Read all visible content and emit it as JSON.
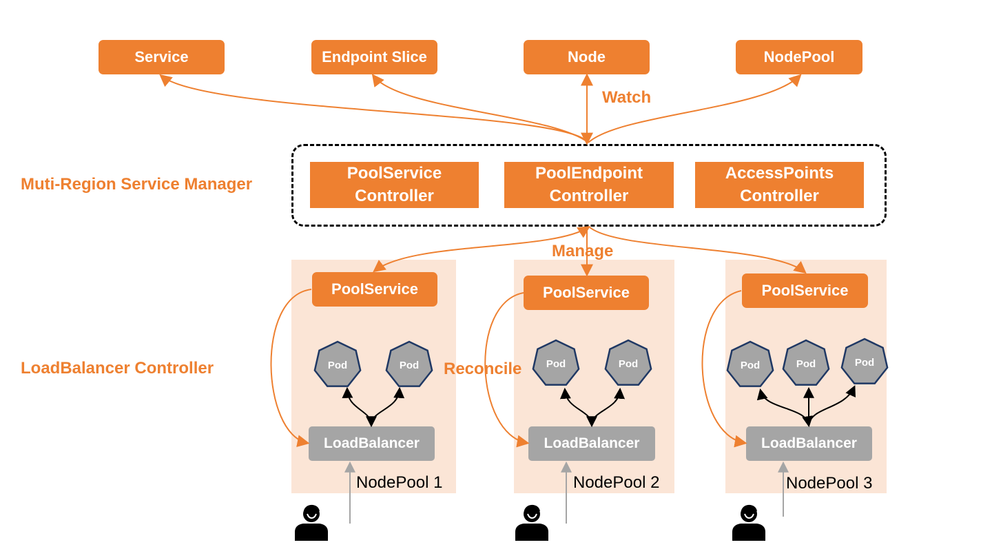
{
  "watched_resources": [
    "Service",
    "Endpoint Slice",
    "Node",
    "NodePool"
  ],
  "labels": {
    "watch": "Watch",
    "manage": "Manage",
    "reconcile": "Reconcile",
    "manager_title": "Muti-Region Service Manager",
    "lb_controller_title": "LoadBalancer Controller"
  },
  "controllers": [
    {
      "line1": "PoolService",
      "line2": "Controller"
    },
    {
      "line1": "PoolEndpoint",
      "line2": "Controller"
    },
    {
      "line1": "AccessPoints",
      "line2": "Controller"
    }
  ],
  "node_pools": [
    {
      "service": "PoolService",
      "pods": [
        "Pod",
        "Pod"
      ],
      "lb": "LoadBalancer",
      "name": "NodePool 1"
    },
    {
      "service": "PoolService",
      "pods": [
        "Pod",
        "Pod"
      ],
      "lb": "LoadBalancer",
      "name": "NodePool 2"
    },
    {
      "service": "PoolService",
      "pods": [
        "Pod",
        "Pod",
        "Pod"
      ],
      "lb": "LoadBalancer",
      "name": "NodePool 3"
    }
  ],
  "colors": {
    "accent": "#ee8030",
    "pool_background": "#fbe5d6",
    "pod_fill": "#a5a5a5",
    "pod_stroke": "#1f3864",
    "loadbalancer": "#a5a5a5"
  },
  "icons": [
    "user-icon",
    "pod-heptagon-icon"
  ]
}
